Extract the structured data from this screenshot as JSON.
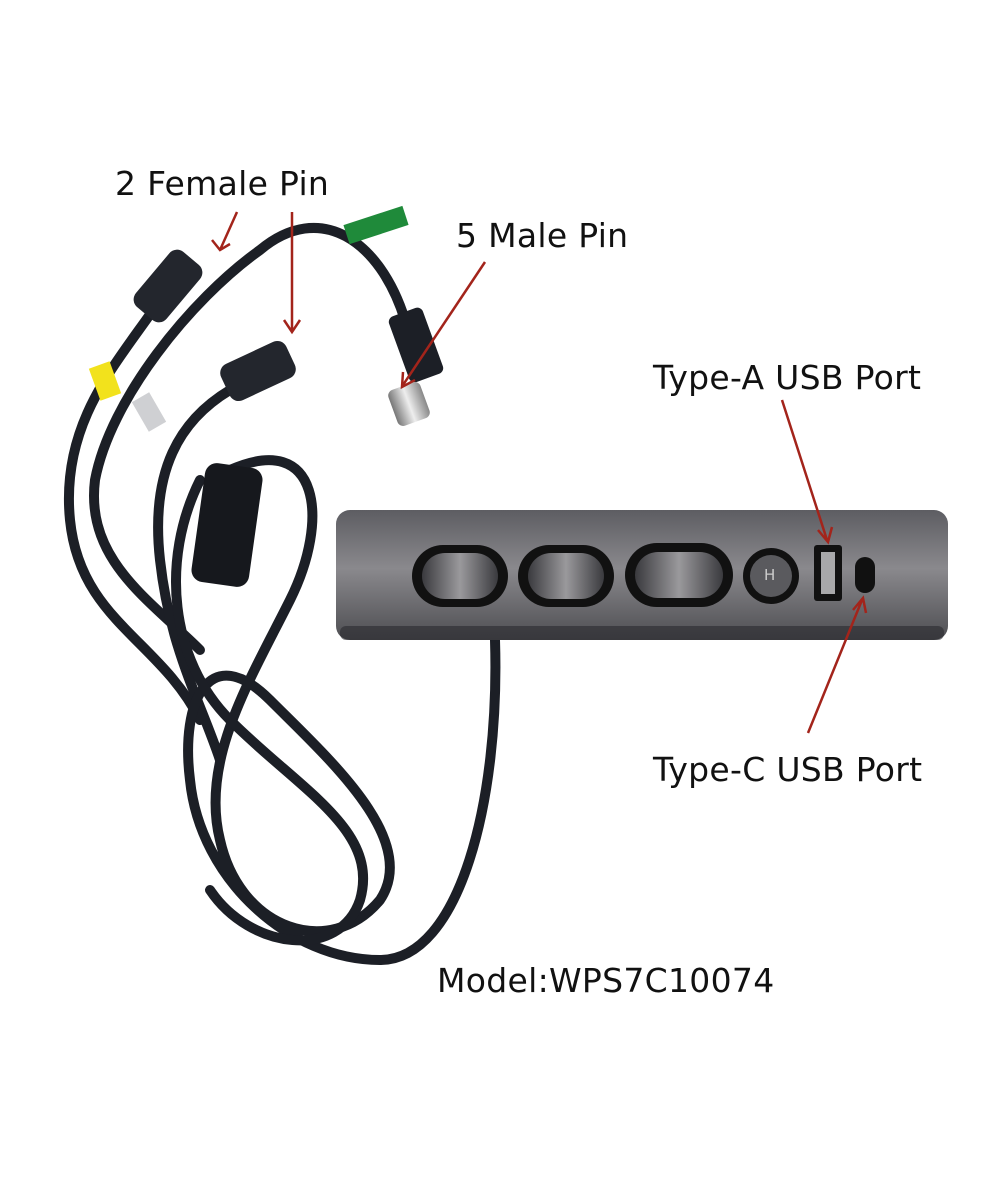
{
  "labels": {
    "female_pin": "2 Female Pin",
    "male_pin": "5 Male Pin",
    "type_a": "Type-A USB Port",
    "type_c": "Type-C USB Port",
    "model": "Model:WPS7C10074"
  },
  "panel": {
    "home_button": "H"
  },
  "colors": {
    "arrow": "#a3241b",
    "cable": "#1c1f26",
    "panel": "#6e6e72",
    "tag_green": "#1f8a3a",
    "tag_yellow": "#f2e21c"
  }
}
